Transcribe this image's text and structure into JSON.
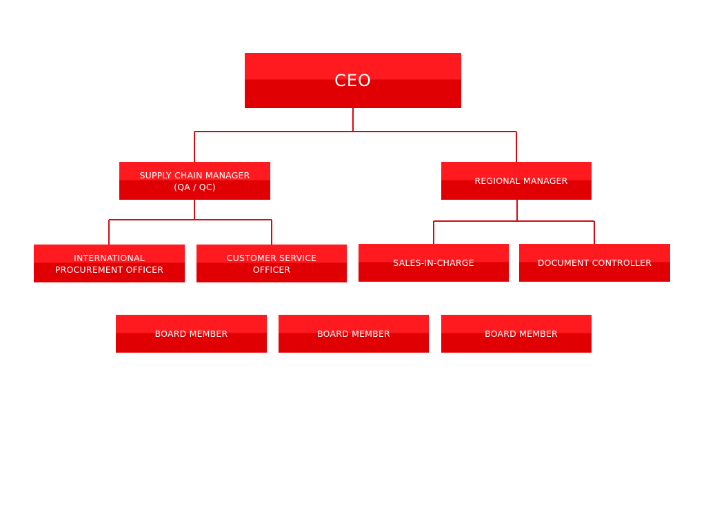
{
  "colors": {
    "node_top": "#ff1a1f",
    "node_bottom": "#e00004",
    "connector": "#d10a0f",
    "text": "#ffffff"
  },
  "ceo": {
    "label": "CEO"
  },
  "supply_chain_manager": {
    "line1": "SUPPLY CHAIN MANAGER",
    "line2": "(QA / QC)"
  },
  "regional_manager": {
    "label": "REGIONAL MANAGER"
  },
  "international_procurement_officer": {
    "line1": "INTERNATIONAL",
    "line2": "PROCUREMENT OFFICER"
  },
  "customer_service_officer": {
    "line1": "CUSTOMER SERVICE",
    "line2": "OFFICER"
  },
  "sales_in_charge": {
    "label": "SALES-IN-CHARGE"
  },
  "document_controller": {
    "label": "DOCUMENT CONTROLLER"
  },
  "board_members": [
    {
      "label": "BOARD MEMBER"
    },
    {
      "label": "BOARD MEMBER"
    },
    {
      "label": "BOARD MEMBER"
    }
  ]
}
